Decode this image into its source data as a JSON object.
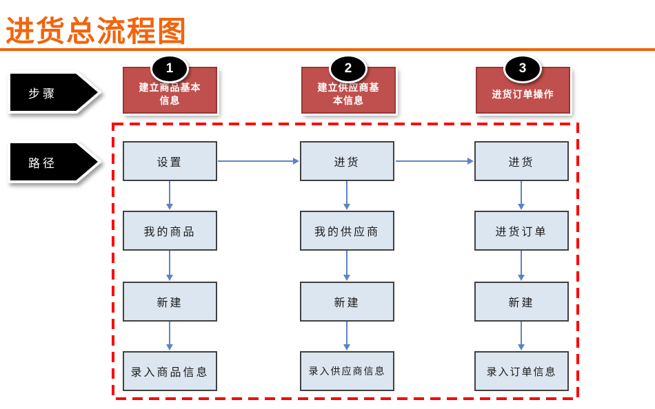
{
  "title": "进货总流程图",
  "colors": {
    "accent_orange": "#F2640C",
    "step_box_fill": "#C0504D",
    "step_box_border": "#953735",
    "flow_box_fill": "#DCE6F1",
    "flow_box_border": "#404040",
    "connector_blue": "#5B84C4",
    "path_outline_red": "#FF0000",
    "banner_black": "#000000"
  },
  "banners": [
    {
      "label": "步骤"
    },
    {
      "label": "路径"
    }
  ],
  "steps": [
    {
      "number": "1",
      "label": "建立商品基本\n信息"
    },
    {
      "number": "2",
      "label": "建立供应商基\n本信息"
    },
    {
      "number": "3",
      "label": "进货订单操作"
    }
  ],
  "flow": {
    "columns": [
      {
        "boxes": [
          "设置",
          "我的商品",
          "新建",
          "录入商品信息"
        ]
      },
      {
        "boxes": [
          "进货",
          "我的供应商",
          "新建",
          "录入供应商信息"
        ]
      },
      {
        "boxes": [
          "进货",
          "进货订单",
          "新建",
          "录入订单信息"
        ]
      }
    ]
  }
}
